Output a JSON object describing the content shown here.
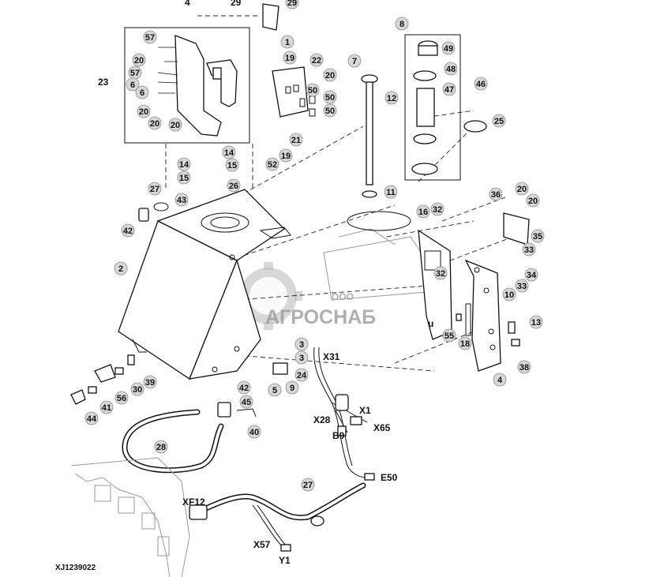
{
  "diagram_code": "XJ1239022",
  "watermark": {
    "small": "ООО",
    "big": "АГРОСНАБ"
  },
  "stray_mark": "u",
  "bubble_labels": [
    "57",
    "20",
    "57",
    "6",
    "6",
    "20",
    "20",
    "20",
    "1",
    "19",
    "22",
    "20",
    "50",
    "50",
    "50",
    "19",
    "21",
    "52",
    "14",
    "15",
    "14",
    "15",
    "26",
    "27",
    "43",
    "42",
    "29",
    "49",
    "48",
    "47",
    "46",
    "25",
    "8",
    "7",
    "12",
    "11",
    "16",
    "32",
    "36",
    "20",
    "20",
    "35",
    "32",
    "33",
    "33",
    "34",
    "10",
    "13",
    "38",
    "4",
    "55",
    "18",
    "2",
    "3",
    "3",
    "24",
    "9",
    "5",
    "42",
    "45",
    "40",
    "41",
    "39",
    "30",
    "56",
    "44",
    "28",
    "27"
  ],
  "plain_labels": [
    "23",
    "4",
    "29",
    "X31",
    "X28",
    "X1",
    "B9",
    "X65",
    "E50",
    "XF12",
    "X57",
    "Y1"
  ]
}
